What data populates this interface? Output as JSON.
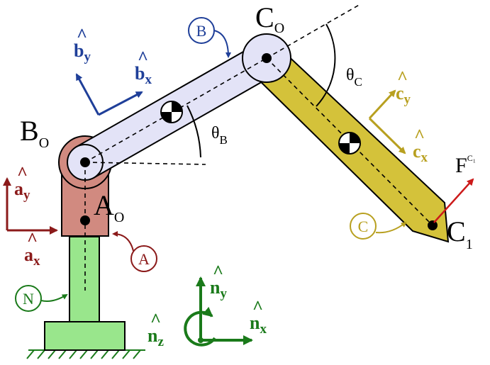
{
  "colors": {
    "N": "#1a7a1a",
    "N_fill": "#99e68c",
    "A": "#8b1a1a",
    "A_fill": "#d18a80",
    "B": "#1f3f99",
    "B_fill": "#e3e3f7",
    "C": "#b8a020",
    "C_fill": "#d4c23a",
    "force": "#cc1a1a",
    "black": "#000000"
  },
  "points": {
    "B_o": {
      "main": "B",
      "sub": "O"
    },
    "C_o": {
      "main": "C",
      "sub": "O"
    },
    "A_o": {
      "main": "A",
      "sub": "O"
    },
    "C_1": {
      "main": "C",
      "sub": "1"
    }
  },
  "angles": {
    "theta_B": {
      "main": "θ",
      "sub": "B"
    },
    "theta_C": {
      "main": "θ",
      "sub": "C"
    }
  },
  "force": {
    "main": "F",
    "sup": "C₁"
  },
  "body_tags": {
    "B": "B",
    "C": "C",
    "A": "A",
    "N": "N"
  },
  "unit_vectors": {
    "b_y": {
      "main": "b",
      "sub": "y"
    },
    "b_x": {
      "main": "b",
      "sub": "x"
    },
    "c_y": {
      "main": "c",
      "sub": "y"
    },
    "c_x": {
      "main": "c",
      "sub": "x"
    },
    "a_y": {
      "main": "a",
      "sub": "y"
    },
    "a_x": {
      "main": "a",
      "sub": "x"
    },
    "n_y": {
      "main": "n",
      "sub": "y"
    },
    "n_x": {
      "main": "n",
      "sub": "x"
    },
    "n_z": {
      "main": "n",
      "sub": "z"
    }
  },
  "hat": "^"
}
